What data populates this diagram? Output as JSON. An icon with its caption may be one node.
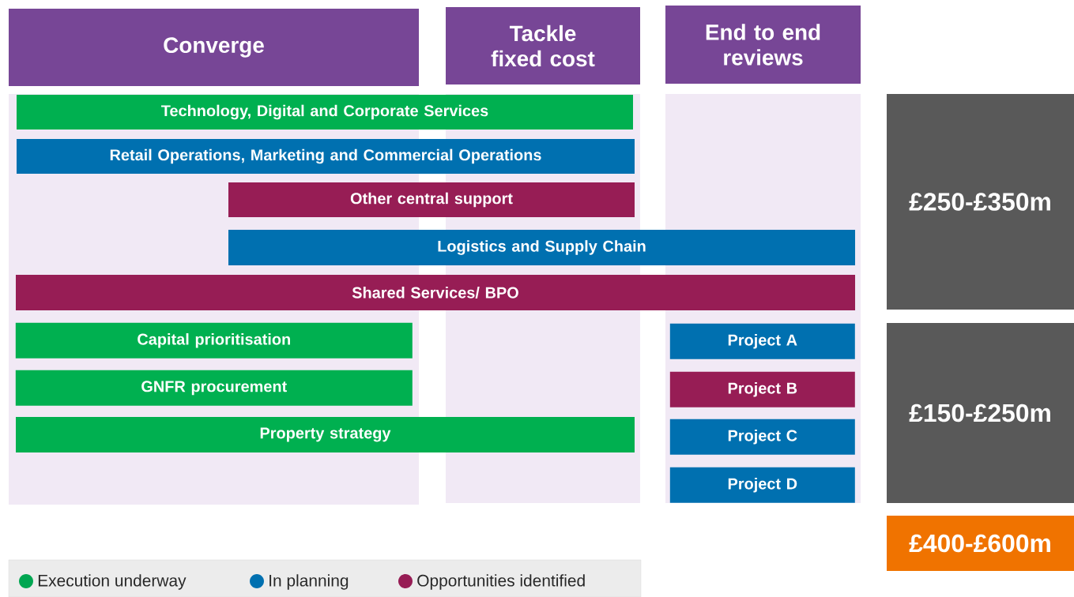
{
  "diagram": {
    "nodes": [
      {
        "text": [
          "Converge"
        ]
      },
      {
        "text": [
          "Tackle fixed cost"
        ]
      },
      {
        "text": [
          "End to end reviews"
        ]
      },
      {
        "text": [
          "Technology, Digital and Corporate Services"
        ]
      },
      {
        "text": [
          "Retail Operations, Marketing and Commercial Operations"
        ]
      },
      {
        "text": [
          "Other central support"
        ]
      },
      {
        "text": [
          "Logistics and Supply Chain"
        ]
      },
      {
        "text": [
          "Shared Services/ BPO"
        ]
      },
      {
        "text": [
          "Capital prioritisation"
        ],
        "in": 18
      },
      {
        "text": [
          "GNFR procurement"
        ],
        "in": 18
      },
      {
        "text": [
          "Property strategy"
        ]
      },
      {
        "text": [
          "Project A"
        ],
        "in": 20
      },
      {
        "text": [
          "Project B"
        ],
        "in": 20
      },
      {
        "text": [
          "Project C"
        ],
        "in": 20
      },
      {
        "text": [
          "Project D"
        ],
        "in": 20
      },
      {
        "text": [
          "£250-£350m"
        ]
      },
      {
        "text": [
          "£150-£250m"
        ]
      },
      {
        "text": [
          "£400-£600m"
        ]
      },
      {
        "text": [],
        "shape": "box"
      },
      {
        "text": [],
        "shape": "box"
      },
      {
        "text": [],
        "shape": "box"
      }
    ],
    "edges": [],
    "legend": [
      {
        "text": "Execution underway",
        "color": "#00a651"
      },
      {
        "text": "In planning",
        "color": "#0070b0"
      },
      {
        "text": "Opportunities identified",
        "color": "#971d55"
      }
    ]
  }
}
